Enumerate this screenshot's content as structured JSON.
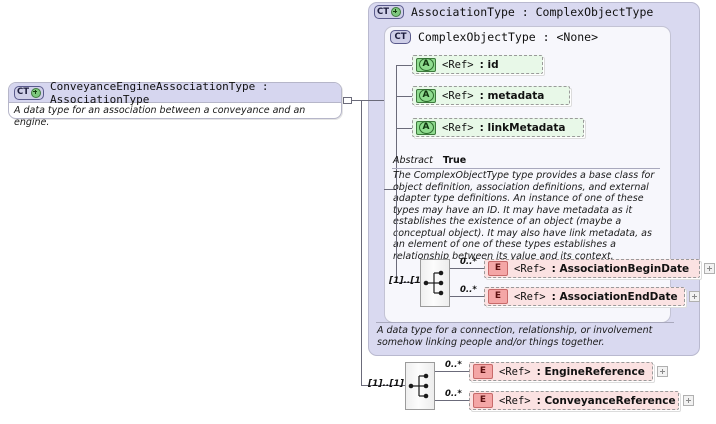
{
  "diagram": {
    "kind": "xsd-schema-diagram",
    "colors": {
      "panel_fill": "#d9d9f0",
      "inner_panel_fill": "#f7f7fc",
      "attribute_fill": "#e8f8e8",
      "element_fill": "#fbe2e2",
      "header_fill": "#d6d6ef",
      "connector": "#6b6b7a"
    }
  },
  "left_type": {
    "badge": "CT",
    "badge_icon": "complextype-plus-icon",
    "title": "ConveyanceEngineAssociationType : AssociationType",
    "documentation": "A data type for an association between a conveyance and an engine."
  },
  "outer_panel": {
    "badge": "CT",
    "badge_icon": "complextype-plus-icon",
    "title": "AssociationType : ComplexObjectType",
    "documentation": "A data type for a connection, relationship, or involvement somehow linking people and/or things together."
  },
  "inner_panel": {
    "badge": "CT",
    "badge_icon": "complextype-icon",
    "title": "ComplexObjectType : <None>",
    "abstract_label": "Abstract",
    "abstract_value": "True",
    "documentation": "The ComplexObjectType type provides a base class for object definition, association definitions, and external adapter type definitions. An instance of one of these types may have an ID. It may have metadata as it establishes the existence of an object (maybe a conceptual object). It may also have link metadata, as an element of one of these types establishes a relationship between its value and its context."
  },
  "attributes": [
    {
      "badge": "A",
      "badge_icon": "attribute-icon",
      "ref": "<Ref>",
      "name": ": id"
    },
    {
      "badge": "A",
      "badge_icon": "attribute-icon",
      "ref": "<Ref>",
      "name": ": metadata"
    },
    {
      "badge": "A",
      "badge_icon": "attribute-icon",
      "ref": "<Ref>",
      "name": ": linkMetadata"
    }
  ],
  "sequence_upper": {
    "icon": "sequence-compositor-icon",
    "cardinality": "[1]..[1]",
    "children": [
      {
        "badge": "E",
        "badge_icon": "element-icon",
        "occurrence": "0..*",
        "ref": "<Ref>",
        "name": ": AssociationBeginDate",
        "expander": "+"
      },
      {
        "badge": "E",
        "badge_icon": "element-icon",
        "occurrence": "0..*",
        "ref": "<Ref>",
        "name": ": AssociationEndDate",
        "expander": "+"
      }
    ]
  },
  "sequence_lower": {
    "icon": "sequence-compositor-icon",
    "cardinality": "[1]..[1]",
    "children": [
      {
        "badge": "E",
        "badge_icon": "element-icon",
        "occurrence": "0..*",
        "ref": "<Ref>",
        "name": ": EngineReference",
        "expander": "+"
      },
      {
        "badge": "E",
        "badge_icon": "element-icon",
        "occurrence": "0..*",
        "ref": "<Ref>",
        "name": ": ConveyanceReference",
        "expander": "+"
      }
    ]
  }
}
